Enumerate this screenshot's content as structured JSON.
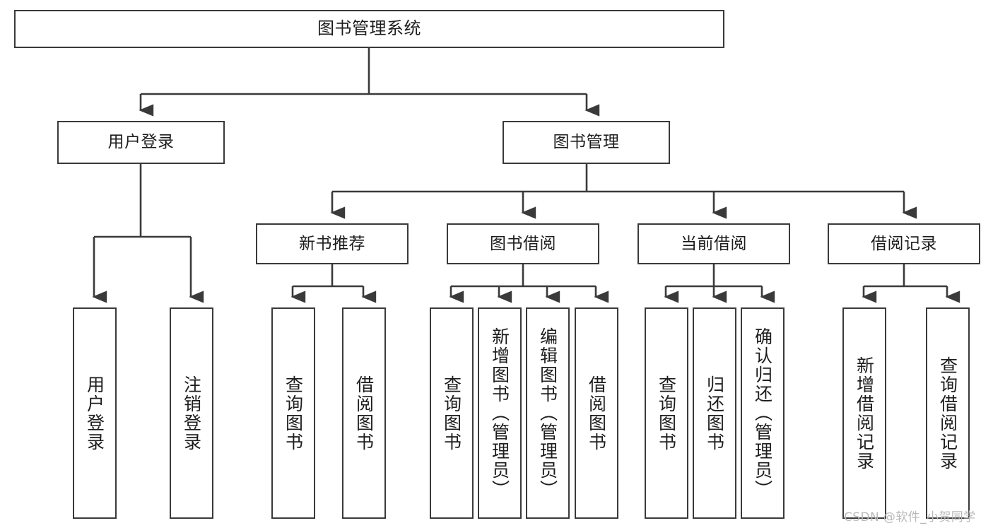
{
  "diagram": {
    "title": "图书管理系统",
    "watermark": "CSDN @软件_小贺同学",
    "colors": {
      "stroke": "#3a3a3a",
      "fill": "#ffffff",
      "text": "#1d1d1d",
      "watermark": "#b9b9b9"
    },
    "nodes": {
      "root": "图书管理系统",
      "level1": [
        "用户登录",
        "图书管理"
      ],
      "level2": [
        "新书推荐",
        "图书借阅",
        "当前借阅",
        "借阅记录"
      ],
      "leaves": {
        "user_login": [
          "用户登录",
          "注销登录"
        ],
        "new_book_recommend": [
          "查询图书",
          "借阅图书"
        ],
        "book_borrow": [
          "查询图书",
          "新增图书（管理员）",
          "编辑图书（管理员）",
          "借阅图书"
        ],
        "current_borrow": [
          "查询图书",
          "归还图书",
          "确认归还（管理员）"
        ],
        "borrow_record": [
          "新增借阅记录",
          "查询借阅记录"
        ]
      }
    }
  }
}
